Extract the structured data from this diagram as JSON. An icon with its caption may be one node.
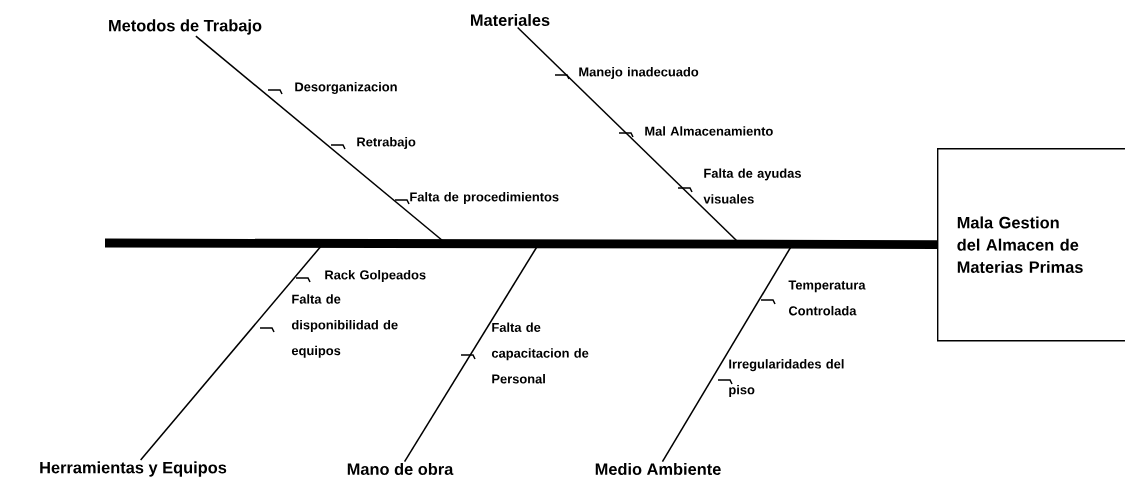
{
  "diagram": {
    "nodes": [
      {
        "text": [
          "Metodos de Trabajo"
        ]
      },
      {
        "text": [
          "Materiales"
        ]
      },
      {
        "text": [
          "Herramientas y Equipos"
        ]
      },
      {
        "text": [
          "Mano de obra"
        ]
      },
      {
        "text": [
          "Medio Ambiente"
        ]
      },
      {
        "text": [
          "Mala Gestion del Almacen de Materias Primas"
        ]
      }
    ],
    "edges": [
      {
        "from": 0,
        "to": null,
        "arrow": "none"
      },
      {
        "from": 1,
        "to": null,
        "arrow": "none"
      },
      {
        "from": 2,
        "to": null,
        "arrow": "none"
      },
      {
        "from": 3,
        "to": null,
        "arrow": "none"
      },
      {
        "from": 4,
        "to": null,
        "arrow": "none"
      },
      {
        "from": null,
        "to": 5,
        "arrow": "none",
        "style": "thick"
      }
    ],
    "labels": [
      "Desorganizacion",
      "Retrabajo",
      "Falta de procedimientos",
      "Manejo inadecuado",
      "Mal Almacenamiento",
      "Falta de ayudas visuales",
      "Rack Golpeados",
      "Falta de disponibilidad de equipos",
      "Falta de capacitacion de Personal",
      "Temperatura Controlada",
      "Irregularidades del piso"
    ]
  }
}
